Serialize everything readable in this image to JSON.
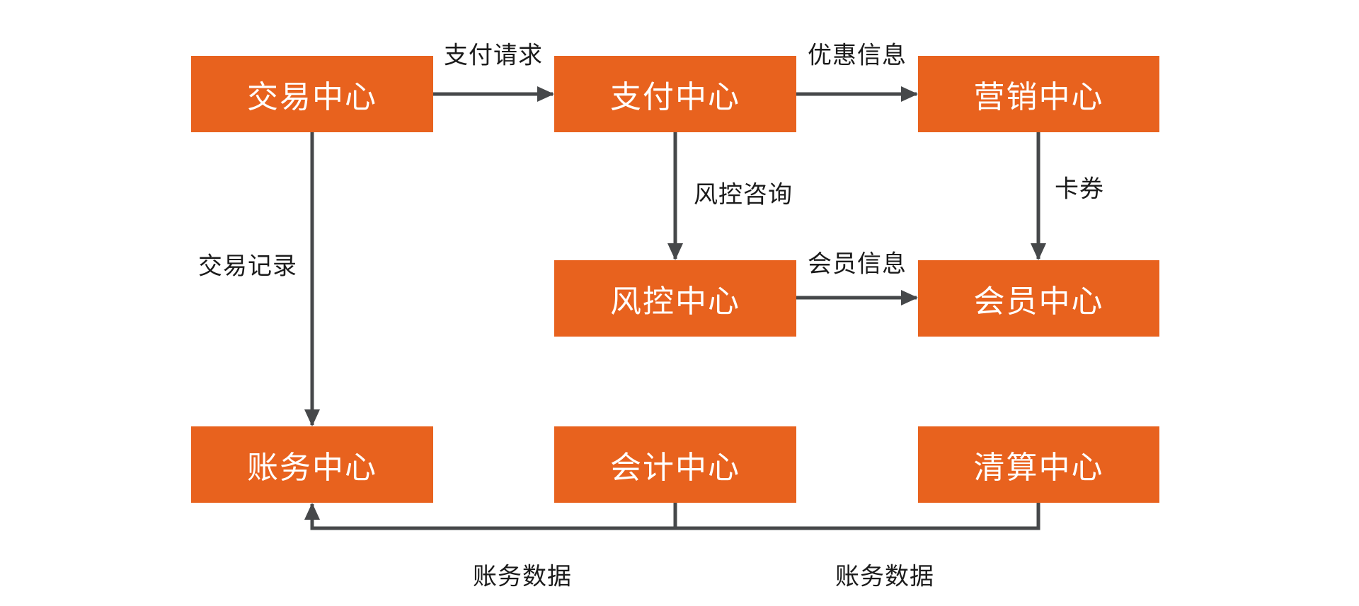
{
  "colors": {
    "background": "#ffffff",
    "node_fill": "#E8621E",
    "node_text": "#ffffff",
    "connector": "#46484A",
    "edge_label_text": "#1B1B1B"
  },
  "nodes": [
    {
      "id": "trade-center",
      "label": "交易中心"
    },
    {
      "id": "payment-center",
      "label": "支付中心"
    },
    {
      "id": "marketing-center",
      "label": "营销中心"
    },
    {
      "id": "risk-center",
      "label": "风控中心"
    },
    {
      "id": "member-center",
      "label": "会员中心"
    },
    {
      "id": "account-center",
      "label": "账务中心"
    },
    {
      "id": "accounting-center",
      "label": "会计中心"
    },
    {
      "id": "clearing-center",
      "label": "清算中心"
    }
  ],
  "edges": [
    {
      "from": "交易中心",
      "to": "支付中心",
      "label": "支付请求"
    },
    {
      "from": "支付中心",
      "to": "营销中心",
      "label": "优惠信息"
    },
    {
      "from": "支付中心",
      "to": "风控中心",
      "label": "风控咨询"
    },
    {
      "from": "营销中心",
      "to": "会员中心",
      "label": "卡券"
    },
    {
      "from": "风控中心",
      "to": "会员中心",
      "label": "会员信息"
    },
    {
      "from": "交易中心",
      "to": "账务中心",
      "label": "交易记录"
    },
    {
      "from": "会计中心",
      "to": "账务中心",
      "label": "账务数据"
    },
    {
      "from": "清算中心",
      "to": "账务中心",
      "label": "账务数据"
    }
  ]
}
